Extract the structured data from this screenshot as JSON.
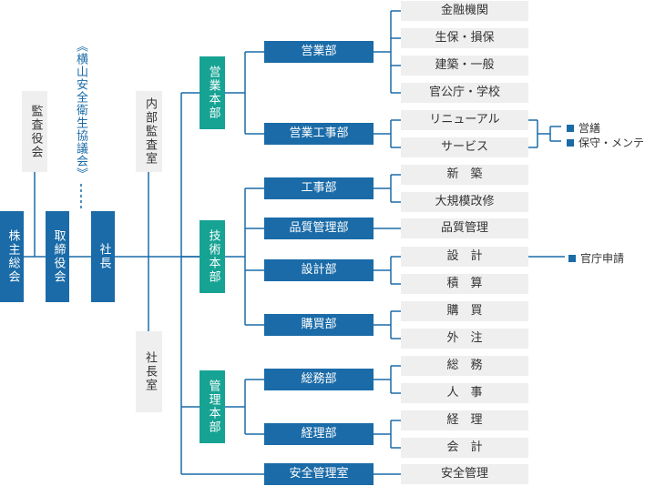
{
  "top": {
    "shareholders": "株主総会",
    "board": "取締役会",
    "president": "社長",
    "audit": "監査役会",
    "safety_council": "《横山安全衛生協議会》",
    "internal_audit": "内部監査室",
    "president_office": "社長室"
  },
  "divisions": {
    "sales": "営業本部",
    "tech": "技術本部",
    "admin": "管理本部"
  },
  "departments": {
    "sales_dept": "営業部",
    "sales_eng": "営業工事部",
    "construction": "工事部",
    "quality": "品質管理部",
    "design": "設計部",
    "purchase": "購買部",
    "general": "総務部",
    "accounting": "経理部",
    "safety": "安全管理室"
  },
  "sections": {
    "finance": "金融機関",
    "insurance": "生保・損保",
    "building": "建築・一般",
    "public": "官公庁・学校",
    "renewal": "リニューアル",
    "service": "サービス",
    "new_build": "新　築",
    "repair": "大規模改修",
    "quality_mgmt": "品質管理",
    "design": "設　計",
    "estimate": "積　算",
    "purchase": "購　買",
    "outsource": "外　注",
    "affairs": "総　務",
    "personnel": "人　事",
    "accounts": "経　理",
    "accounting": "会　計",
    "safety_mgmt": "安全管理"
  },
  "notes": {
    "maintenance": "営繕",
    "upkeep": "保守・メンテ",
    "permit": "官庁申請"
  },
  "colors": {
    "blue": "#1a6ba8",
    "teal": "#17a394",
    "gray": "#efefef",
    "line": "#1a6ba8"
  }
}
